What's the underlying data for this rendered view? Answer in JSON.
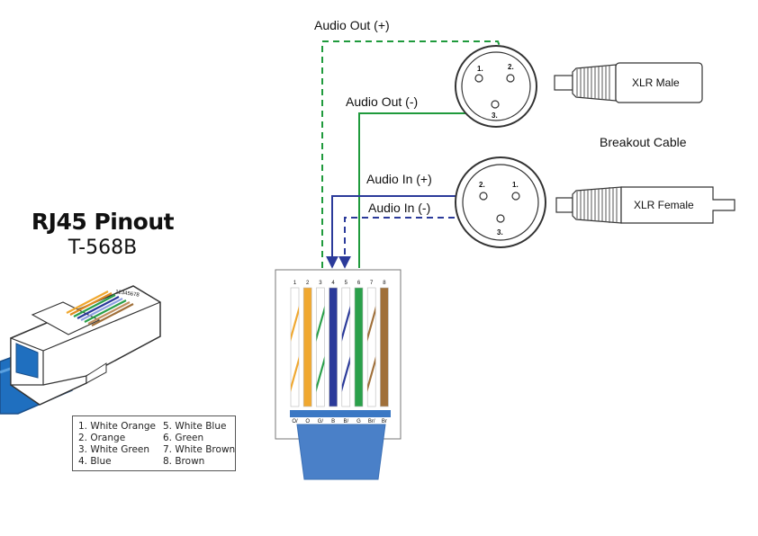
{
  "title": {
    "main": "RJ45 Pinout",
    "sub": "T-568B"
  },
  "labels": {
    "audio_out_pos": "Audio Out (+)",
    "audio_out_neg": "Audio Out (-)",
    "audio_in_pos": "Audio In (+)",
    "audio_in_neg": "Audio In (-)",
    "breakout": "Breakout Cable",
    "xlr_male": "XLR Male",
    "xlr_female": "XLR Female"
  },
  "xlr_male_pins": [
    "1.",
    "2.",
    "3."
  ],
  "xlr_female_pins": [
    "2.",
    "1.",
    "3."
  ],
  "plug_mini_numbers": "12345678",
  "pins": [
    {
      "num": "1",
      "code": "O/",
      "stripe": true,
      "color": "#f0a830"
    },
    {
      "num": "2",
      "code": "O",
      "stripe": false,
      "color": "#f0a830"
    },
    {
      "num": "3",
      "code": "G/",
      "stripe": true,
      "color": "#2aa04a"
    },
    {
      "num": "4",
      "code": "B",
      "stripe": false,
      "color": "#2b3a9a"
    },
    {
      "num": "5",
      "code": "B/",
      "stripe": true,
      "color": "#2b3a9a"
    },
    {
      "num": "6",
      "code": "G",
      "stripe": false,
      "color": "#2aa04a"
    },
    {
      "num": "7",
      "code": "Br/",
      "stripe": true,
      "color": "#a0703a"
    },
    {
      "num": "8",
      "code": "Br",
      "stripe": false,
      "color": "#a0703a"
    }
  ],
  "legend": [
    "1. White Orange",
    "5. White Blue",
    "2. Orange",
    "6. Green",
    "3. White Green",
    "7. White Brown",
    "4. Blue",
    "8. Brown"
  ],
  "colors": {
    "green_wire": "#1f9a3c",
    "blue_wire": "#2b3a9a",
    "cable_blue": "#3b78c4",
    "jack_blue": "#4a80c8",
    "outline": "#333333"
  }
}
